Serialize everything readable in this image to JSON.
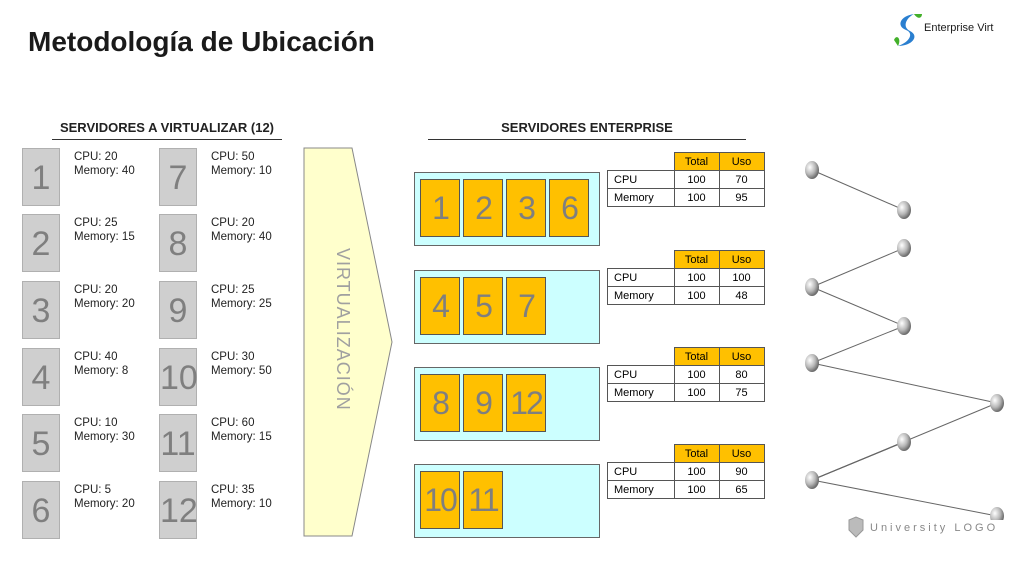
{
  "title": "Metodología de Ubicación",
  "logo": {
    "text": "Enterprise Virt",
    "icon": "enterprise-logo-icon"
  },
  "left_section": {
    "heading": "SERVIDORES A VIRTUALIZAR (12)",
    "servers": [
      {
        "id": "1",
        "spec": "CPU: 20\nMemory: 40"
      },
      {
        "id": "2",
        "spec": "CPU: 25\nMemory: 15"
      },
      {
        "id": "3",
        "spec": "CPU: 20\nMemory: 20"
      },
      {
        "id": "4",
        "spec": "CPU: 40\nMemory: 8"
      },
      {
        "id": "5",
        "spec": "CPU: 10\nMemory: 30"
      },
      {
        "id": "6",
        "spec": "CPU: 5\nMemory: 20"
      },
      {
        "id": "7",
        "spec": "CPU: 50\nMemory: 10"
      },
      {
        "id": "8",
        "spec": "CPU: 20\nMemory: 40"
      },
      {
        "id": "9",
        "spec": "CPU: 25\nMemory: 25"
      },
      {
        "id": "10",
        "spec": "CPU: 30\nMemory: 50"
      },
      {
        "id": "11",
        "spec": "CPU: 60\nMemory: 15"
      },
      {
        "id": "12",
        "spec": "CPU: 35\nMemory: 10"
      }
    ]
  },
  "arrow_label": "VIRTUALIZACIÓN",
  "right_section": {
    "heading": "SERVIDORES ENTERPRISE",
    "table_headers": {
      "total": "Total",
      "uso": "Uso"
    },
    "hosts": [
      {
        "vms": [
          "1",
          "2",
          "3",
          "6"
        ],
        "cpu": {
          "label": "CPU",
          "total": "100",
          "uso": "70"
        },
        "memory": {
          "label": "Memory",
          "total": "100",
          "uso": "95"
        }
      },
      {
        "vms": [
          "4",
          "5",
          "7"
        ],
        "cpu": {
          "label": "CPU",
          "total": "100",
          "uso": "100"
        },
        "memory": {
          "label": "Memory",
          "total": "100",
          "uso": "48"
        }
      },
      {
        "vms": [
          "8",
          "9",
          "12"
        ],
        "cpu": {
          "label": "CPU",
          "total": "100",
          "uso": "80"
        },
        "memory": {
          "label": "Memory",
          "total": "100",
          "uso": "75"
        }
      },
      {
        "vms": [
          "10",
          "11"
        ],
        "cpu": {
          "label": "CPU",
          "total": "100",
          "uso": "90"
        },
        "memory": {
          "label": "Memory",
          "total": "100",
          "uso": "65"
        }
      }
    ]
  },
  "footer": {
    "text": "University LOGO"
  },
  "colors": {
    "vm_fill": "#ffc000",
    "host_fill": "#ccffff",
    "server_fill": "#cfcfcf",
    "arrow_fill": "#ffffcc"
  }
}
